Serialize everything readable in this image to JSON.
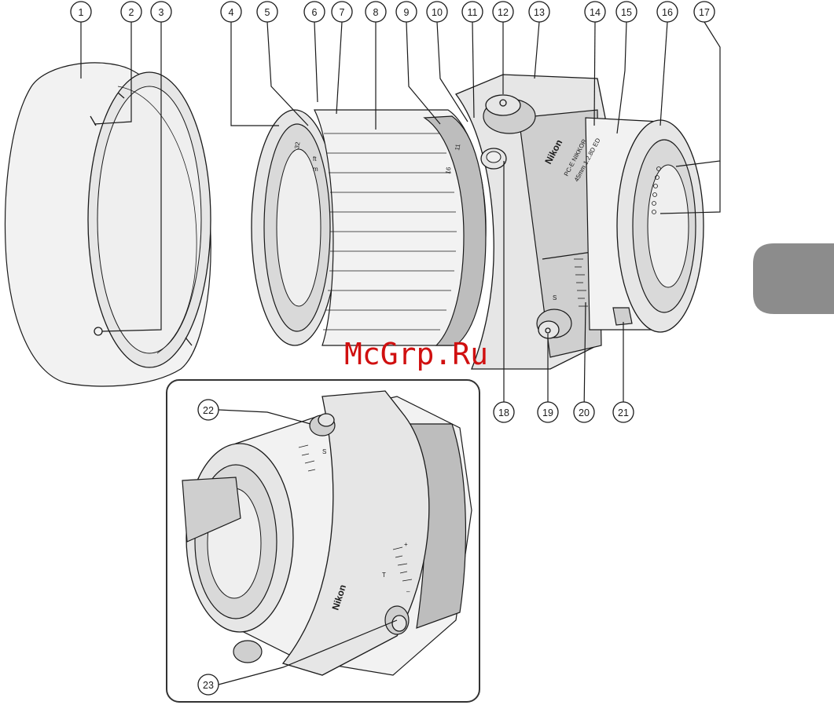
{
  "callouts": {
    "c1": "1",
    "c2": "2",
    "c3": "3",
    "c4": "4",
    "c5": "5",
    "c6": "6",
    "c7": "7",
    "c8": "8",
    "c9": "9",
    "c10": "10",
    "c11": "11",
    "c12": "12",
    "c13": "13",
    "c14": "14",
    "c15": "15",
    "c16": "16",
    "c17": "17",
    "c18": "18",
    "c19": "19",
    "c20": "20",
    "c21": "21",
    "c22": "22",
    "c23": "23"
  },
  "lens_markings": {
    "brand": "Nikon",
    "model_line1": "PC-E NIKKOR",
    "model_line2": "45mm 1:2.8D ED",
    "aperture_numbers": [
      "32",
      "16",
      "11"
    ],
    "focus_scale": [
      "ft",
      "m"
    ],
    "shift_mark": "S",
    "tilt_mark": "T",
    "plus_mark": "+",
    "minus_mark": "–"
  },
  "watermark": "McGrp.Ru",
  "colors": {
    "watermark": "#d01010",
    "side_tab": "#8c8c8c",
    "ink": "#1a1a1a"
  }
}
